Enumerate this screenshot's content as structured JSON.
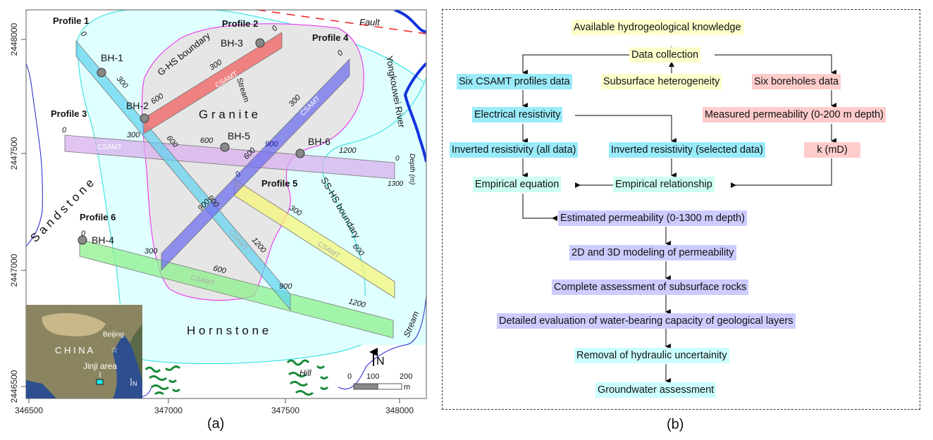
{
  "panel_a": {
    "label": "(a)",
    "x_ticks": [
      "346500",
      "347000",
      "347500",
      "348000"
    ],
    "y_ticks": [
      "2448000",
      "2447500",
      "2447000",
      "2446500"
    ],
    "profiles": [
      {
        "name": "Profile 1",
        "color": "#5fd3f0",
        "distances": [
          "0",
          "300",
          "600",
          "900",
          "1200",
          "900"
        ]
      },
      {
        "name": "Profile 2",
        "color": "#ee6f6f",
        "distances": [
          "0",
          "300",
          "600"
        ],
        "tag": "CSAMT"
      },
      {
        "name": "Profile 3",
        "color": "#d9b3ee",
        "distances": [
          "0",
          "300",
          "600",
          "600",
          "900",
          "1200"
        ],
        "tag": "CSAMT"
      },
      {
        "name": "Profile 4",
        "color": "#6f6fee",
        "distances": [
          "0",
          "300",
          "600",
          "900",
          "900",
          "300"
        ],
        "tag": "CSAMT"
      },
      {
        "name": "Profile 5",
        "color": "#f5f57a",
        "distances": [
          "0",
          "300",
          "600"
        ],
        "tag": "CSAMT"
      },
      {
        "name": "Profile 6",
        "color": "#8ef08e",
        "distances": [
          "0",
          "600",
          "1200"
        ],
        "tag": "CSAMT"
      }
    ],
    "profile1_tag": "CSAMT",
    "boreholes": [
      "BH-1",
      "BH-2",
      "BH-3",
      "BH-4",
      "BH-5",
      "BH-6"
    ],
    "rock_labels": {
      "granite": "G r a n i t e",
      "sandstone": "S a n d s t o n e",
      "hornstone": "H o r n s t o n e"
    },
    "feature_labels": {
      "gh_boundary": "G-HS boundary",
      "ss_boundary": "SS-HS boundary",
      "fault": "Fault",
      "river": "Yongkouwei River",
      "stream1": "Stream",
      "stream2": "Stream",
      "hill": "Hill"
    },
    "depth_axis": {
      "label": "Depth (m)",
      "top": "0",
      "bottom": "1300"
    },
    "north": "N",
    "scale_bar": {
      "labels": [
        "0",
        "100",
        "200"
      ],
      "unit": "m"
    },
    "inset": {
      "country": "C H I N A",
      "capital": "Beijing",
      "area": "Jinji area",
      "north": "N"
    }
  },
  "panel_b": {
    "label": "(b)",
    "boxes": {
      "knowledge": "Available hydrogeological knowledge",
      "collection": "Data collection",
      "csamt": "Six CSAMT profiles data",
      "heterogeneity": "Subsurface heterogeneity",
      "boreholes": "Six boreholes data",
      "resistivity": "Electrical resistivity",
      "measured_perm": "Measured permeability (0-200 m depth)",
      "inv_all": "Inverted resistivity (all data)",
      "inv_selected": "Inverted resistivity (selected data)",
      "k": "k (mD)",
      "emp_eq": "Empirical equation",
      "emp_rel": "Empirical relationship",
      "est_perm": "Estimated permeability (0-1300 m depth)",
      "modeling": "2D and 3D modeling of permeability",
      "assessment": "Complete assessment of subsurface rocks",
      "evaluation": "Detailed evaluation of water-bearing capacity of geological layers",
      "removal": "Removal of hydraulic uncertainity",
      "groundwater": "Groundwater assessment"
    }
  }
}
